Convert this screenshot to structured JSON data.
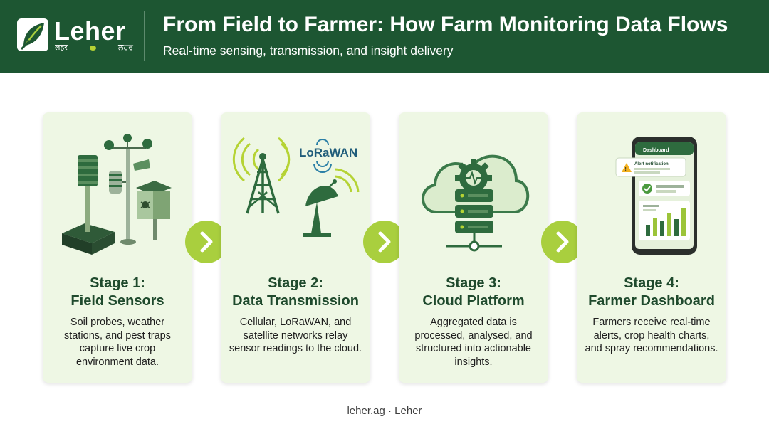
{
  "brand": {
    "name": "Leher",
    "script_left": "लहर",
    "script_right": "ਲਹਰ"
  },
  "header": {
    "title": "From Field to Farmer: How Farm Monitoring Data Flows",
    "subtitle": "Real-time sensing, transmission, and insight delivery"
  },
  "stages": [
    {
      "title_line1": "Stage 1:",
      "title_line2": "Field Sensors",
      "desc": "Soil probes, weather stations, and pest traps capture live crop environment data.",
      "icon": "field-sensors-icon"
    },
    {
      "title_line1": "Stage 2:",
      "title_line2": "Data Transmission",
      "desc": "Cellular, LoRaWAN, and satellite networks relay sensor readings to the cloud.",
      "icon": "data-transmission-icon",
      "badge": "LoRaWAN"
    },
    {
      "title_line1": "Stage 3:",
      "title_line2": "Cloud Platform",
      "desc": "Aggregated data is processed, analysed, and structured into actionable insights.",
      "icon": "cloud-platform-icon"
    },
    {
      "title_line1": "Stage 4:",
      "title_line2": "Farmer Dashboard",
      "desc": "Farmers receive real-time alerts, crop health charts, and spray recommendations.",
      "icon": "farmer-dashboard-icon",
      "phone": {
        "header": "Dashboard",
        "alert": "Alert notification"
      }
    }
  ],
  "arrows": {
    "icon": "chevron-right-icon"
  },
  "footer": {
    "text": "leher.ag · Leher"
  },
  "colors": {
    "header_bg": "#1d5632",
    "card_bg": "#eef7e4",
    "accent": "#a9cf3e",
    "dark_green": "#2e6b3e"
  }
}
